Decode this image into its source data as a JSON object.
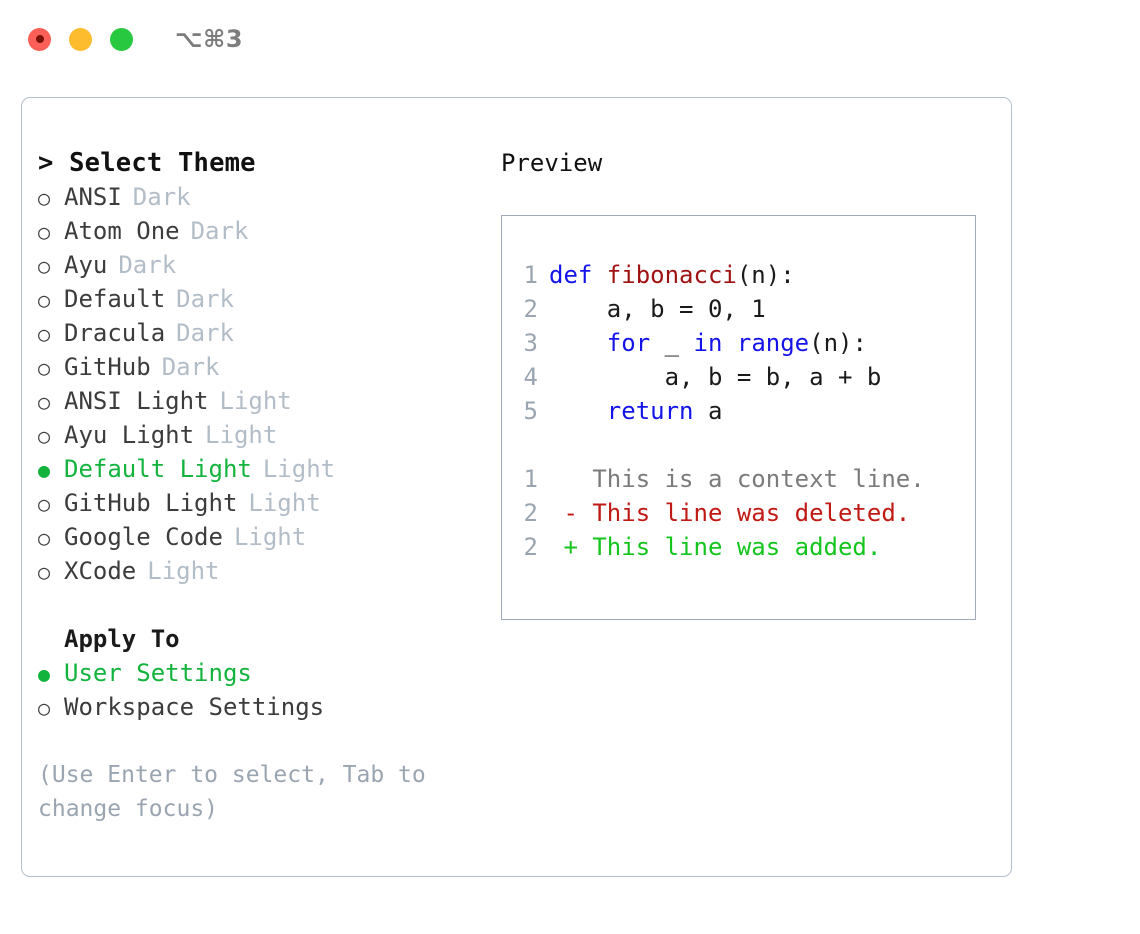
{
  "titlebar": {
    "shortcut": "⌥⌘3",
    "lights": [
      {
        "name": "close",
        "color": "#fb5f57"
      },
      {
        "name": "minimize",
        "color": "#fcbc2e"
      },
      {
        "name": "maximize",
        "color": "#28c840"
      }
    ]
  },
  "theme_picker": {
    "title": "> Select Theme",
    "selected_marker": "●",
    "unselected_marker": "○",
    "themes": [
      {
        "name": "ANSI",
        "category": "Dark",
        "selected": false
      },
      {
        "name": "Atom One",
        "category": "Dark",
        "selected": false
      },
      {
        "name": "Ayu",
        "category": "Dark",
        "selected": false
      },
      {
        "name": "Default",
        "category": "Dark",
        "selected": false
      },
      {
        "name": "Dracula",
        "category": "Dark",
        "selected": false
      },
      {
        "name": "GitHub",
        "category": "Dark",
        "selected": false
      },
      {
        "name": "ANSI Light",
        "category": "Light",
        "selected": false
      },
      {
        "name": "Ayu Light",
        "category": "Light",
        "selected": false
      },
      {
        "name": "Default Light",
        "category": "Light",
        "selected": true
      },
      {
        "name": "GitHub Light",
        "category": "Light",
        "selected": false
      },
      {
        "name": "Google Code",
        "category": "Light",
        "selected": false
      },
      {
        "name": "XCode",
        "category": "Light",
        "selected": false
      }
    ],
    "apply_to": {
      "heading": "Apply To",
      "options": [
        {
          "name": "User Settings",
          "selected": true
        },
        {
          "name": "Workspace Settings",
          "selected": false
        }
      ]
    },
    "hint": "(Use Enter to select, Tab to change focus)"
  },
  "preview": {
    "label": "Preview",
    "code_lines": [
      {
        "num": "1",
        "tokens": [
          {
            "t": "def ",
            "c": "kw"
          },
          {
            "t": "fibonacci",
            "c": "fn"
          },
          {
            "t": "(n):",
            "c": "plain"
          }
        ]
      },
      {
        "num": "2",
        "tokens": [
          {
            "t": "    a, b = 0, 1",
            "c": "plain"
          }
        ]
      },
      {
        "num": "3",
        "tokens": [
          {
            "t": "    ",
            "c": "plain"
          },
          {
            "t": "for",
            "c": "kw"
          },
          {
            "t": " _ ",
            "c": "plain"
          },
          {
            "t": "in ",
            "c": "kw"
          },
          {
            "t": "range",
            "c": "kw"
          },
          {
            "t": "(n):",
            "c": "plain"
          }
        ]
      },
      {
        "num": "4",
        "tokens": [
          {
            "t": "        a, b = b, a + b",
            "c": "plain"
          }
        ]
      },
      {
        "num": "5",
        "tokens": [
          {
            "t": "    ",
            "c": "plain"
          },
          {
            "t": "return",
            "c": "kw"
          },
          {
            "t": " a",
            "c": "plain"
          }
        ]
      }
    ],
    "diff_lines": [
      {
        "num": "1",
        "tokens": [
          {
            "t": "   This is a context line.",
            "c": "ctx"
          }
        ]
      },
      {
        "num": "2",
        "tokens": [
          {
            "t": " - This line was deleted.",
            "c": "del"
          }
        ]
      },
      {
        "num": "2",
        "tokens": [
          {
            "t": " + This line was added.",
            "c": "add"
          }
        ]
      }
    ]
  },
  "colors": {
    "accent_green": "#14b33e",
    "muted": "#b3bdc8",
    "hint": "#9aa5b1",
    "keyword": "#1414e8",
    "function": "#9e1212",
    "diff_add": "#15c41e",
    "diff_del": "#c01a14",
    "border": "#b6c0cb"
  }
}
